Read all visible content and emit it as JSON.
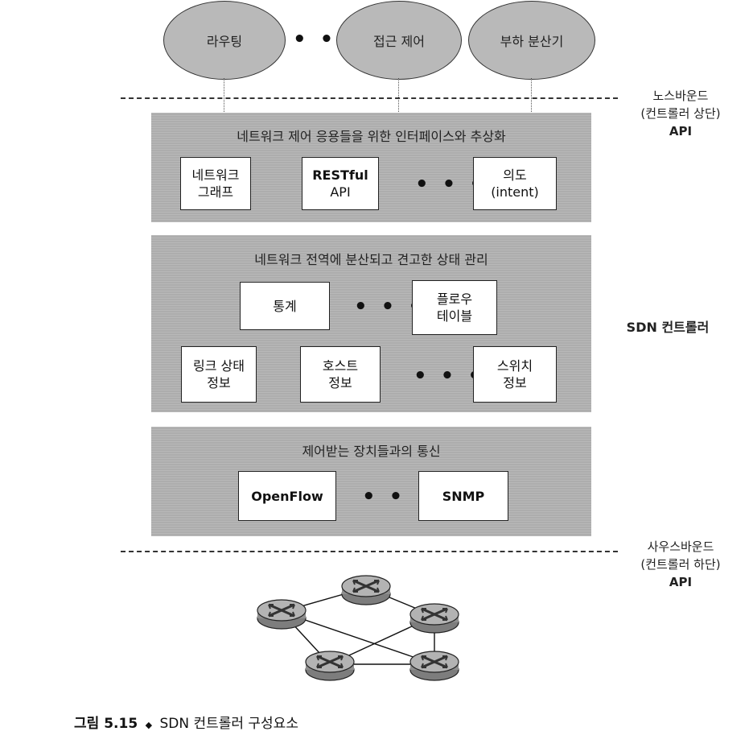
{
  "apps": {
    "routing": "라우팅",
    "access_control": "접근 제어",
    "load_balancer": "부하 분산기",
    "ellipsis": "• • •"
  },
  "northbound": {
    "line1": "노스바운드",
    "line2": "(컨트롤러 상단)",
    "line3": "API"
  },
  "layer_top": {
    "title": "네트워크 제어 응용들을 위한 인터페이스와 추상화",
    "box1_l1": "네트워크",
    "box1_l2": "그래프",
    "box2_l1": "RESTful",
    "box2_l2": "API",
    "box3_l1": "의도",
    "box3_l2": "(intent)",
    "ellipsis": "• • •"
  },
  "layer_mid": {
    "title": "네트워크 전역에 분산되고 견고한 상태 관리",
    "stats": "통계",
    "flow_l1": "플로우",
    "flow_l2": "테이블",
    "link_l1": "링크 상태",
    "link_l2": "정보",
    "host_l1": "호스트",
    "host_l2": "정보",
    "switch_l1": "스위치",
    "switch_l2": "정보",
    "ellipsis": "• • •"
  },
  "controller_label": "SDN 컨트롤러",
  "layer_bottom": {
    "title": "제어받는 장치들과의 통신",
    "openflow": "OpenFlow",
    "snmp": "SNMP",
    "ellipsis": "• • •"
  },
  "southbound": {
    "line1": "사우스바운드",
    "line2": "(컨트롤러 하단)",
    "line3": "API"
  },
  "caption": {
    "label": "그림 5.15",
    "bullet": "◆",
    "text": "SDN 컨트롤러 구성요소"
  },
  "colors": {
    "band": "#b4b4b4",
    "ellipse": "#b9b9b9",
    "switch": "#a8a8a8"
  },
  "icons": [
    "router-switch-icon"
  ]
}
